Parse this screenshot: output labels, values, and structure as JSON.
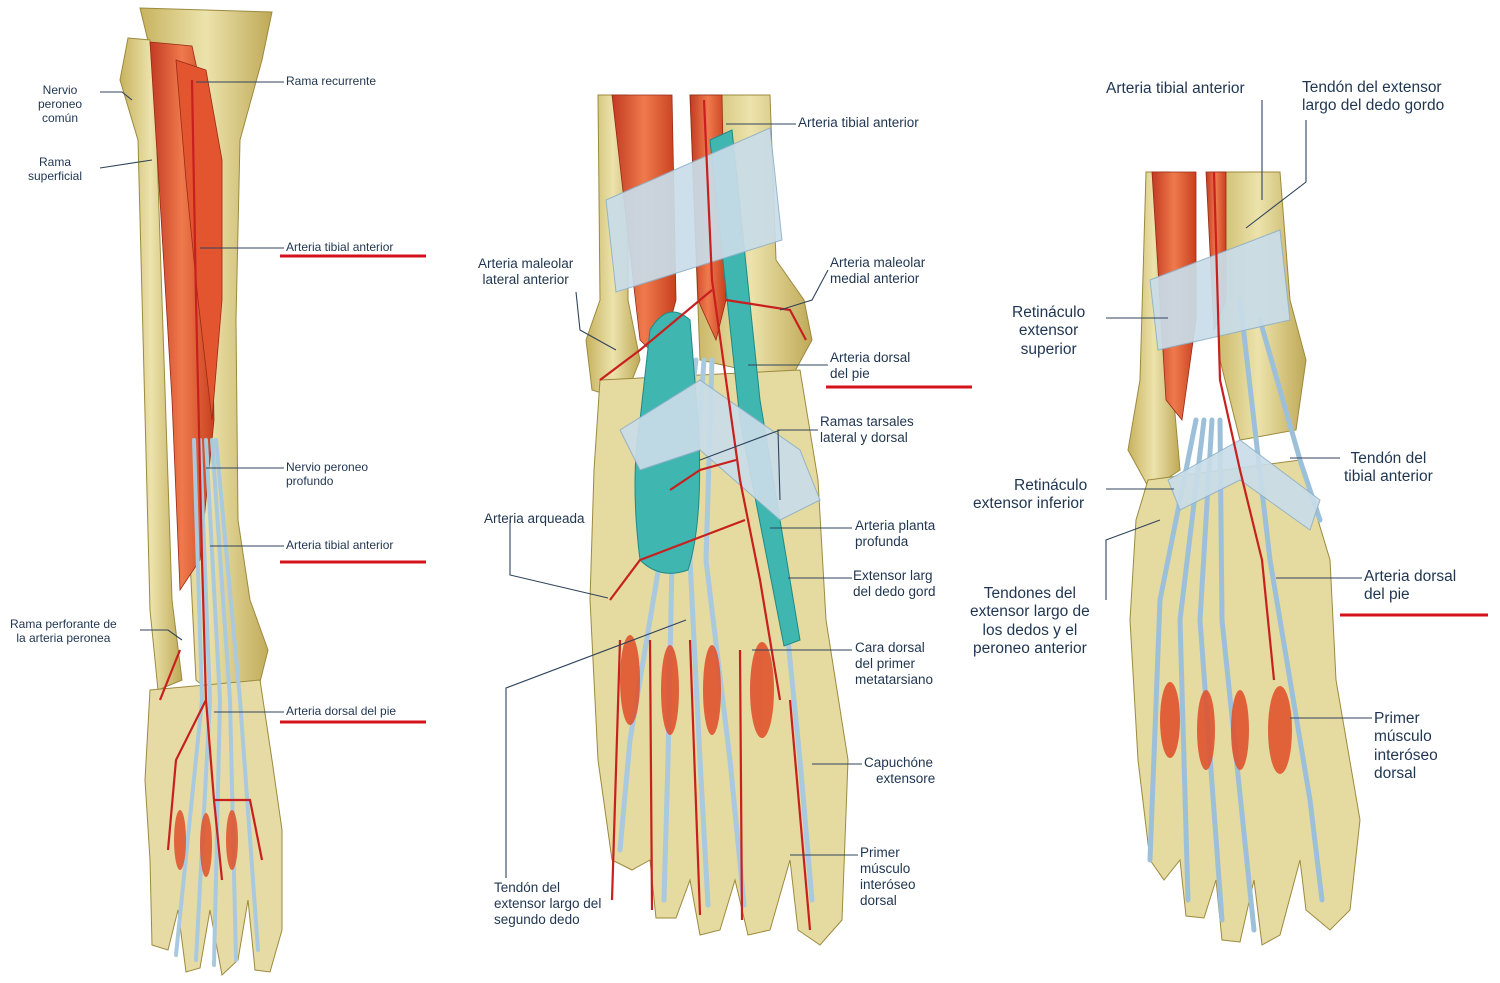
{
  "colors": {
    "bone": "#e3d79a",
    "bone_shade": "#b9a24f",
    "muscle": "#d9462b",
    "muscle_light": "#ee7a50",
    "tendon": "#a9c9df",
    "retinaculum": "#c9dde9",
    "artery": "#c81f1f",
    "synovial_sheath": "#3fb6b0",
    "label_text": "#1f3550",
    "highlight_underline": "#d4121b"
  },
  "panels": [
    {
      "id": "left",
      "labels": {
        "nervio_peroneo_comun": [
          "Nervio",
          "peroneo",
          "común"
        ],
        "rama_superficial": [
          "Rama",
          "superficial"
        ],
        "rama_recurrente": "Rama recurrente",
        "arteria_tibial_anterior_1": "Arteria tibial anterior",
        "nervio_peroneo_profundo": [
          "Nervio peroneo",
          "profundo"
        ],
        "arteria_tibial_anterior_2": "Arteria tibial anterior",
        "rama_perforante": [
          "Rama perforante de",
          "la arteria peronea"
        ],
        "arteria_dorsal_del_pie": "Arteria dorsal del pie"
      }
    },
    {
      "id": "middle",
      "labels": {
        "arteria_tibial_anterior": "Arteria tibial anterior",
        "arteria_maleolar_lateral": [
          "Arteria maleolar",
          "lateral anterior"
        ],
        "arteria_maleolar_medial": [
          "Arteria maleolar",
          "medial anterior"
        ],
        "arteria_dorsal_del_pie": [
          "Arteria dorsal",
          "del pie"
        ],
        "ramas_tarsales": [
          "Ramas tarsales",
          "lateral y dorsal"
        ],
        "arteria_arqueada": "Arteria arqueada",
        "arteria_plantar_profunda": [
          "Arteria planta",
          "profunda"
        ],
        "extensor_largo_dedo_gordo": [
          "Extensor larg",
          "del dedo gord"
        ],
        "cara_dorsal": [
          "Cara dorsal",
          "del primer",
          "metatarsiano"
        ],
        "capuchon_extensor": [
          "Capuchóne",
          "extensore"
        ],
        "tendon_segundo_dedo": [
          "Tendón del",
          "extensor largo del",
          "segundo dedo"
        ],
        "primer_musculo_interoseo": [
          "Primer",
          "músculo",
          "interóseo",
          "dorsal"
        ]
      }
    },
    {
      "id": "right",
      "labels": {
        "arteria_tibial_anterior": "Arteria tibial anterior",
        "tendon_extensor_largo_dedo_gordo": [
          "Tendón del extensor",
          "largo del dedo gordo"
        ],
        "retinaculo_superior": [
          "Retináculo",
          "extensor",
          "superior"
        ],
        "tendon_tibial_anterior": [
          "Tendón del",
          "tibial anterior"
        ],
        "retinaculo_inferior": [
          "Retináculo",
          "extensor inferior"
        ],
        "arteria_dorsal_del_pie": [
          "Arteria dorsal",
          "del pie"
        ],
        "tendones_extensor_largo_dedos": [
          "Tendones del",
          "extensor largo de",
          "los dedos y el",
          "peroneo anterior"
        ],
        "primer_musculo_interoseo": [
          "Primer",
          "músculo",
          "interóseo",
          "dorsal"
        ]
      }
    }
  ]
}
